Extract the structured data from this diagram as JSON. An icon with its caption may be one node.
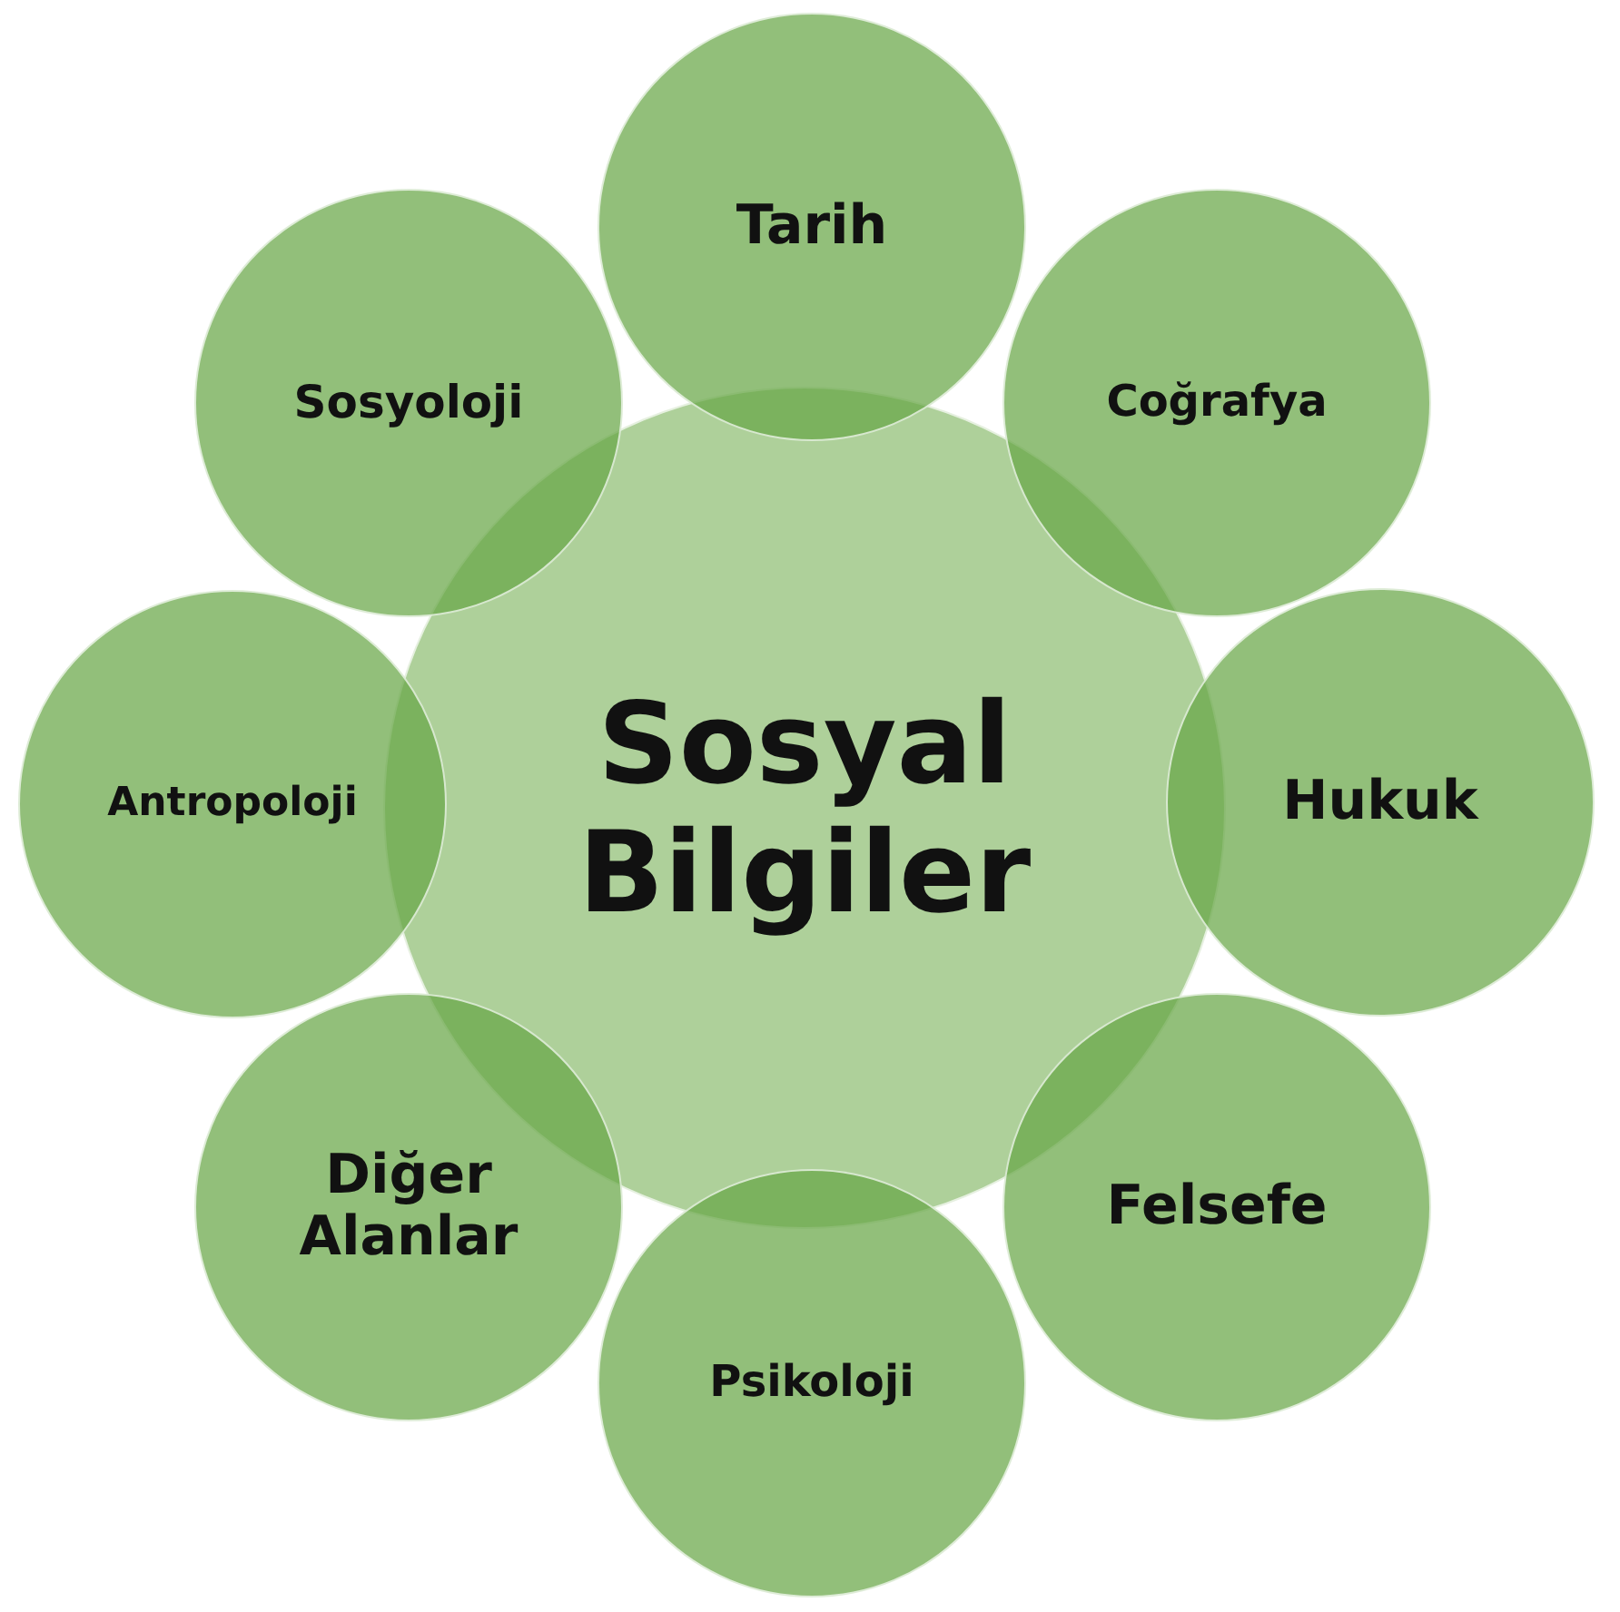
{
  "diagram": {
    "nodes": [
      {
        "text": [
          "Sosyal Bilgiler"
        ]
      },
      {
        "text": [
          "Tarih"
        ]
      },
      {
        "text": [
          "Coğrafya"
        ]
      },
      {
        "text": [
          "Hukuk"
        ]
      },
      {
        "text": [
          "Felsefe"
        ]
      },
      {
        "text": [
          "Psikoloji"
        ]
      },
      {
        "text": [
          "Diğer Alanlar"
        ]
      },
      {
        "text": [
          "Antropoloji"
        ]
      },
      {
        "text": [
          "Sosyoloji"
        ]
      }
    ]
  }
}
